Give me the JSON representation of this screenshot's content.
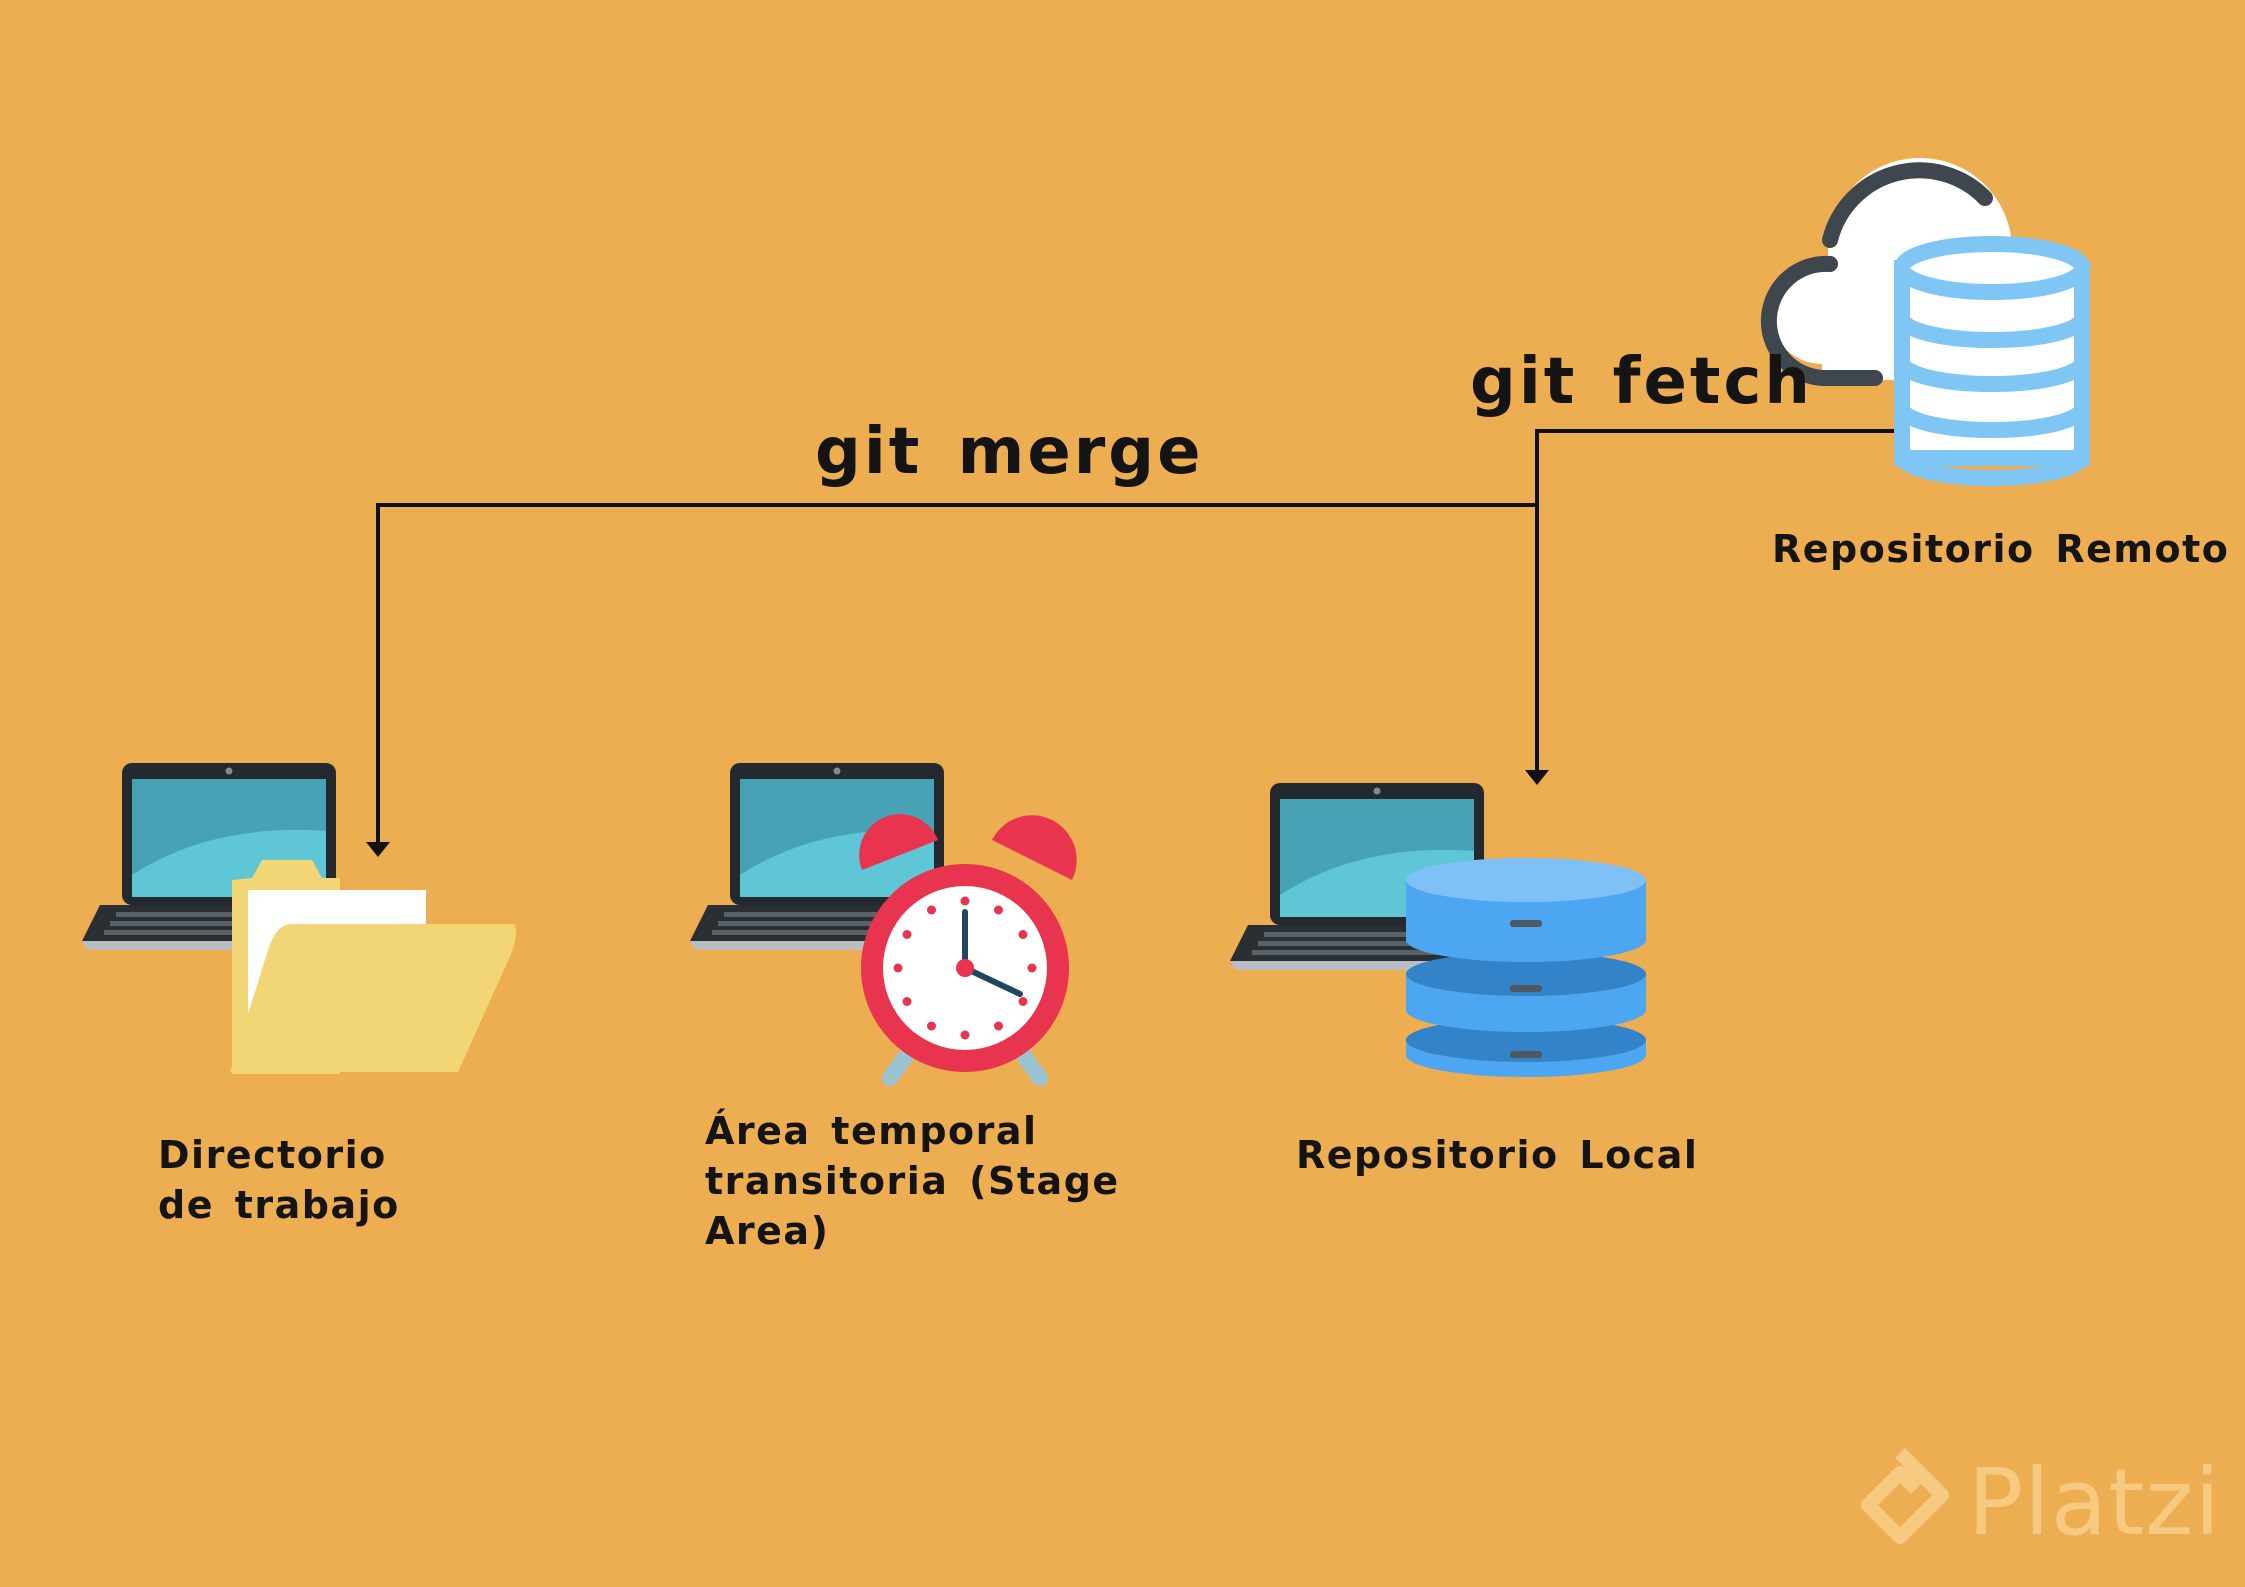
{
  "commands": {
    "merge": "git merge",
    "fetch": "git fetch"
  },
  "nodes": {
    "working_directory": {
      "line1": "Directorio",
      "line2": "de trabajo",
      "icon": "folder-icon"
    },
    "stage_area": {
      "line1": "Área temporal",
      "line2": "transitoria (Stage",
      "line3": "Area)",
      "icon": "alarm-clock-icon"
    },
    "local_repo": {
      "label": "Repositorio Local",
      "icon": "database-icon"
    },
    "remote_repo": {
      "label": "Repositorio Remoto",
      "icon": "cloud-database-icon"
    }
  },
  "watermark": {
    "text": "Platzi",
    "icon": "platzi-logo-icon"
  },
  "colors": {
    "background": "#EDAE52",
    "line": "#111111",
    "screen": "#4AA6B8",
    "folder": "#F2D574",
    "clock": "#E8344E",
    "database": "#4DA6F2",
    "remote_db": "#80C6F5"
  }
}
